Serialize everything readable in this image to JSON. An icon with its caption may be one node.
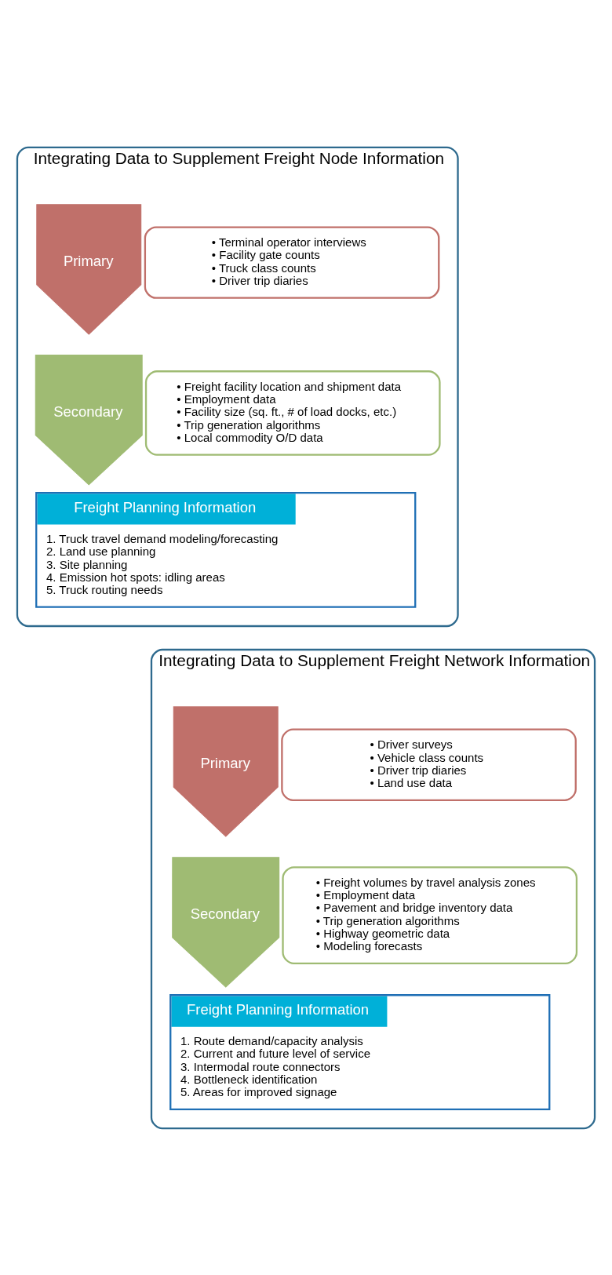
{
  "diagram": {
    "nodes": [
      {
        "text": [
          "Integrating Data to Supplement Freight Node Information"
        ]
      },
      {
        "text": [
          "Primary"
        ],
        "in": 0
      },
      {
        "text": [
          "• Terminal operator interviews",
          "• Facility gate counts",
          "• Truck class counts",
          "• Driver trip diaries"
        ],
        "in": 0
      },
      {
        "text": [
          "Secondary"
        ],
        "in": 0
      },
      {
        "text": [
          "• Freight facility location and shipment data",
          "• Employment data",
          "• Facility size (sq. ft., # of load docks, etc.)",
          "• Trip generation algorithms",
          "• Local commodity O/D data"
        ],
        "in": 0
      },
      {
        "text": [
          "Freight Planning Information",
          "1. Truck travel demand modeling/forecasting",
          "2. Land use planning",
          "3. Site planning",
          "4. Emission hot spots: idling areas",
          "5. Truck routing needs"
        ],
        "in": 0
      },
      {
        "text": [
          "Integrating Data to Supplement Freight Network Information"
        ]
      },
      {
        "text": [
          "Primary"
        ],
        "in": 6
      },
      {
        "text": [
          "• Driver surveys",
          "• Vehicle class counts",
          "• Driver trip diaries",
          "• Land use data"
        ],
        "in": 6
      },
      {
        "text": [
          "Secondary"
        ],
        "in": 6
      },
      {
        "text": [
          "• Freight volumes by travel analysis zones",
          "• Employment data",
          "• Pavement and bridge inventory data",
          "• Trip generation algorithms",
          "• Highway geometric data",
          "• Modeling forecasts"
        ],
        "in": 6
      },
      {
        "text": [
          "Freight Planning Information",
          "1. Route demand/capacity analysis",
          "2. Current and future level of service",
          "3. Intermodal route connectors",
          "4. Bottleneck identification",
          "5. Areas for improved signage"
        ],
        "in": 6
      }
    ],
    "edges": []
  }
}
